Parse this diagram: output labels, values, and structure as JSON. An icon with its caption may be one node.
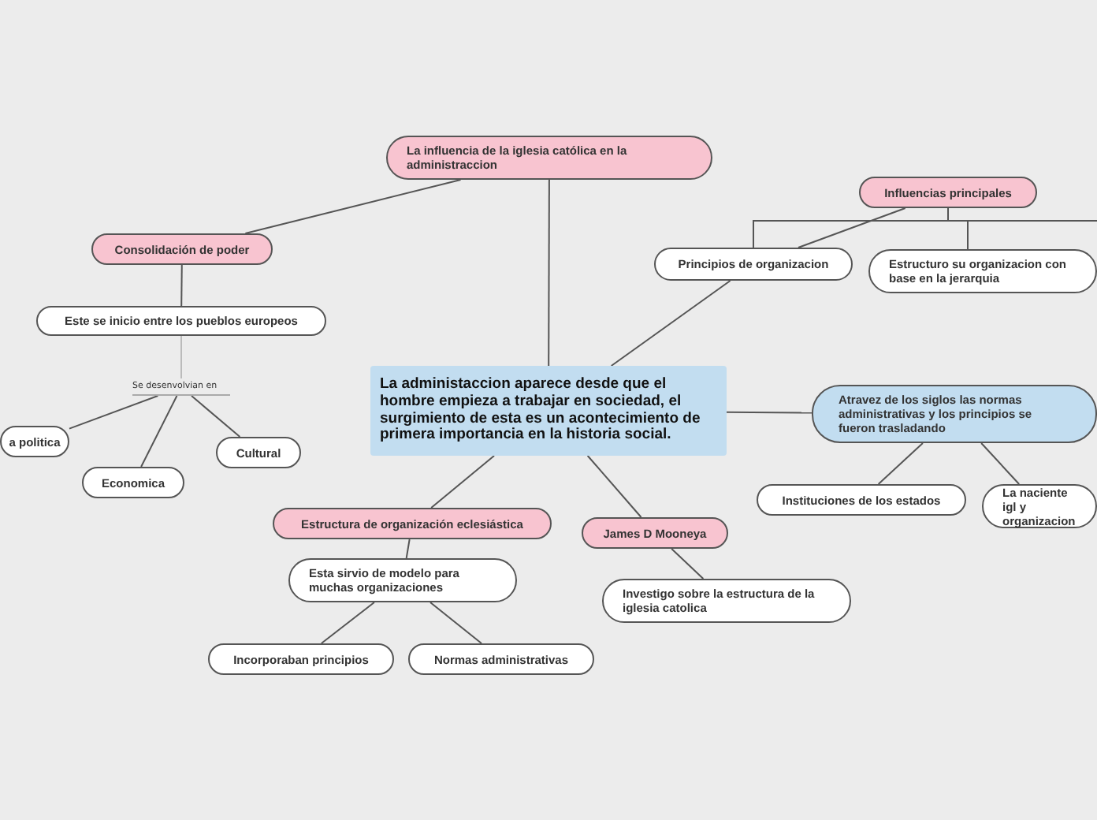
{
  "diagram": {
    "nodes": [
      {
        "text": [
          "La influencia de la iglesia católica en la administraccion"
        ]
      },
      {
        "text": [
          "Influencias principales"
        ]
      },
      {
        "text": [
          "Consolidación de poder"
        ]
      },
      {
        "text": [
          "Principios de organizacion"
        ]
      },
      {
        "text": [
          "Estructuro su organizacion con base en la jerarquia"
        ]
      },
      {
        "text": [
          "Este se inicio entre los pueblos europeos"
        ]
      },
      {
        "text": [
          "La administaccion aparece desde que el hombre empieza a trabajar en sociedad, el surgimiento de esta es un acontecimiento de primera importancia en la historia social."
        ]
      },
      {
        "text": [
          "Se desenvolvian en"
        ]
      },
      {
        "text": [
          "Atravez de los siglos las normas administrativas y los principios se fueron trasladando"
        ]
      },
      {
        "text": [
          "a politica"
        ]
      },
      {
        "text": [
          "Cultural"
        ]
      },
      {
        "text": [
          "Economica"
        ]
      },
      {
        "text": [
          "Instituciones de los estados"
        ]
      },
      {
        "text": [
          "La naciente igl y organizacion"
        ]
      },
      {
        "text": [
          "Estructura de organización eclesiástica"
        ]
      },
      {
        "text": [
          "James D Mooneya"
        ]
      },
      {
        "text": [
          "Esta sirvio de modelo para muchas organizaciones"
        ]
      },
      {
        "text": [
          "Investigo sobre la estructura de la iglesia catolica"
        ]
      },
      {
        "text": [
          "Incorporaban principios"
        ]
      },
      {
        "text": [
          "Normas administrativas"
        ]
      }
    ],
    "edges": [
      {
        "from": 6,
        "to": 0,
        "arrow": "none"
      },
      {
        "from": 0,
        "to": 2,
        "arrow": "none"
      },
      {
        "from": 2,
        "to": 5,
        "arrow": "none"
      },
      {
        "from": 5,
        "to": 7,
        "arrow": "none",
        "color": "#bbbbbb"
      },
      {
        "from": 7,
        "to": 9,
        "arrow": "none"
      },
      {
        "from": 7,
        "to": 11,
        "arrow": "none"
      },
      {
        "from": 7,
        "to": 10,
        "arrow": "none"
      },
      {
        "from": 6,
        "to": 3,
        "arrow": "none"
      },
      {
        "from": 3,
        "to": 1,
        "arrow": "none"
      },
      {
        "from": 1,
        "to": 3,
        "arrow": "none"
      },
      {
        "from": 1,
        "to": 4,
        "arrow": "none"
      },
      {
        "from": 1,
        "to": null,
        "arrow": "none"
      },
      {
        "from": 6,
        "to": 8,
        "arrow": "none"
      },
      {
        "from": 8,
        "to": 12,
        "arrow": "none"
      },
      {
        "from": 8,
        "to": 13,
        "arrow": "none"
      },
      {
        "from": 6,
        "to": 14,
        "arrow": "none"
      },
      {
        "from": 6,
        "to": 15,
        "arrow": "none"
      },
      {
        "from": 14,
        "to": 16,
        "arrow": "none"
      },
      {
        "from": 16,
        "to": 18,
        "arrow": "none"
      },
      {
        "from": 16,
        "to": 19,
        "arrow": "none"
      },
      {
        "from": 15,
        "to": 17,
        "arrow": "none"
      }
    ]
  }
}
